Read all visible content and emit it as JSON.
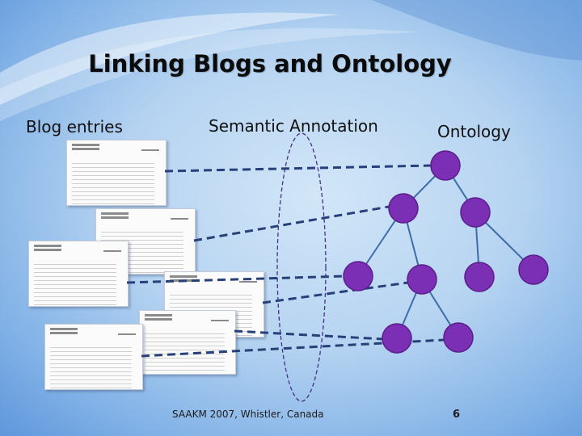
{
  "slide": {
    "title": "Linking Blogs and Ontology",
    "labels": {
      "blog_entries": "Blog entries",
      "semantic_annotation": "Semantic Annotation",
      "ontology": "Ontology"
    },
    "footer": "SAAKM 2007, Whistler, Canada",
    "page_number": "6"
  },
  "colors": {
    "node_fill": "#7a2fb4",
    "node_stroke": "#5b1d8c",
    "edge": "#3d6da8",
    "annotation_ellipse": "#45308a"
  }
}
